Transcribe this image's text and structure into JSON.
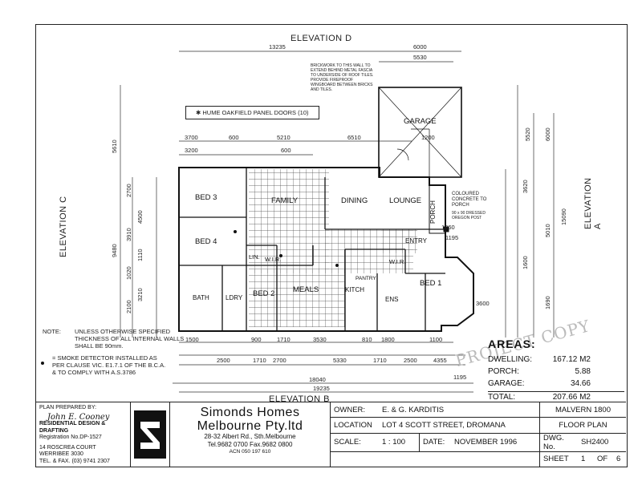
{
  "elevations": {
    "top": "ELEVATION D",
    "bottom": "ELEVATION B",
    "left": "ELEVATION C",
    "right": "ELEVATION A"
  },
  "rooms": {
    "bed3": "BED 3",
    "bed4": "BED 4",
    "family": "FAMILY",
    "dining": "DINING",
    "lounge": "LOUNGE",
    "garage": "GARAGE",
    "porch": "PORCH",
    "entry": "ENTRY",
    "lin": "LIN.",
    "wir1": "W.I.R.",
    "bath": "BATH",
    "ldry": "LDRY",
    "bed2": "BED 2",
    "meals": "MEALS",
    "kitch": "KITCH",
    "pantry": "PANTRY",
    "wir2": "W.I.R.",
    "ens": "ENS",
    "bed1": "BED 1"
  },
  "dims": {
    "d13235": "13235",
    "d6000a": "6000",
    "d5530": "5530",
    "d3700": "3700",
    "d600a": "600",
    "d5210": "5210",
    "d6510": "6510",
    "d1200": "1200",
    "d3200": "3200",
    "d600b": "600",
    "d5610": "5610",
    "d2700": "2700",
    "d4500": "4500",
    "d9480": "9480",
    "d3910": "3910",
    "d1110": "1110",
    "d1020": "1020",
    "d3210": "3210",
    "d2100": "2100",
    "d5520": "5520",
    "d6000b": "6000",
    "d3620": "3620",
    "d15090": "15090",
    "d5010": "5010",
    "d1600": "1600",
    "d1195": "1195",
    "d3600": "3600",
    "d1690": "1690",
    "d1360": "1360",
    "d1500": "1500",
    "d2500a": "2500",
    "d1710a": "1710",
    "d2700b": "2700",
    "d5330": "5330",
    "d1710b": "1710",
    "d2500b": "2500",
    "d4355": "4355",
    "d18040": "18040",
    "d1195b": "1195",
    "d19235": "19235",
    "d900": "900",
    "d1710c": "1710",
    "d3530": "3530",
    "d810": "810",
    "d1800": "1800",
    "d1100": "1100"
  },
  "plan_notes": {
    "panel_doors": "HUME OAKFIELD PANEL DOORS (10)",
    "brickwork": "BRICKWORK TO THIS WALL TO EXTEND BEHIND METAL FASCIA TO UNDERSIDE OF ROOF TILES. PROVIDE FIREPROOF WINGBOARD BETWEEN BRICKS AND TILES.",
    "coloured_concrete": "COLOURED CONCRETE TO PORCH",
    "dressed_post": "90 x 90 DRESSED OREGON POST"
  },
  "notes": {
    "label": "NOTE:",
    "line1": "UNLESS OTHERWISE SPECIFIED",
    "line2": "THICKNESS OF ALL INTERNAL WALLS",
    "line3": "SHALL BE 90mm.",
    "smoke1": "= SMOKE DETECTOR INSTALLED AS",
    "smoke2": "PER CLAUSE VIC. E1.7.1 OF THE B.C.A.",
    "smoke3": "& TO COMPLY WITH A.S.3786"
  },
  "areas": {
    "title": "AREAS:",
    "rows": [
      {
        "label": "DWELLING:",
        "value": "167.12 M2"
      },
      {
        "label": "PORCH:",
        "value": "5.88"
      },
      {
        "label": "GARAGE:",
        "value": "34.66"
      },
      {
        "label": "TOTAL:",
        "value": "207.66 M2"
      }
    ]
  },
  "title_block": {
    "prepared_by": "PLAN PREPARED BY:",
    "signature": "John E. Cooney",
    "prep_l1": "RESIDENTIAL DESIGN & DRAFTING",
    "prep_l2": "Registration No.DP-1527",
    "prep_l3": "14 ROSCREA COURT WERRIBEE 3030",
    "prep_l4": "TEL. & FAX. (03) 9741 2307",
    "company_l1": "Simonds Homes",
    "company_l2": "Melbourne Pty.ltd",
    "company_addr": "28-32 Albert Rd., Sth.Melbourne",
    "company_tel": "Tel.9682 0700 Fax.9682 0800",
    "company_acn": "ACN 050 197 610",
    "owner_label": "OWNER:",
    "owner_value": "E. & G. KARDITIS",
    "location_label": "LOCATION",
    "location_value": "LOT 4 SCOTT STREET, DROMANA",
    "scale_label": "SCALE:",
    "scale_value": "1 : 100",
    "date_label": "DATE:",
    "date_value": "NOVEMBER 1996",
    "design": "MALVERN 1800",
    "sheet_title": "FLOOR PLAN",
    "dwg_label": "DWG. No.",
    "dwg_value": "SH2400",
    "sheet_label": "SHEET",
    "sheet_no": "1",
    "sheet_of": "OF",
    "sheet_total": "6"
  },
  "stamp": "PROJECT COPY"
}
